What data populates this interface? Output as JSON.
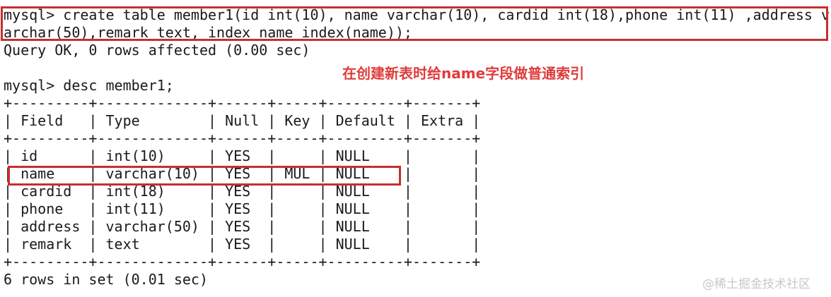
{
  "terminal": {
    "lines": [
      "mysql> create table member1(id int(10), name varchar(10), cardid int(18),phone int(11) ,address v",
      "archar(50),remark text, index name_index(name));",
      "Query OK, 0 rows affected (0.00 sec)",
      "",
      "mysql> desc member1;",
      "+---------+-------------+------+-----+---------+-------+",
      "| Field   | Type        | Null | Key | Default | Extra |",
      "+---------+-------------+------+-----+---------+-------+",
      "| id      | int(10)     | YES  |     | NULL    |       |",
      "| name    | varchar(10) | YES  | MUL | NULL    |       |",
      "| cardid  | int(18)     | YES  |     | NULL    |       |",
      "| phone   | int(11)     | YES  |     | NULL    |       |",
      "| address | varchar(50) | YES  |     | NULL    |       |",
      "| remark  | text        | YES  |     | NULL    |       |",
      "+---------+-------------+------+-----+---------+-------+",
      "6 rows in set (0.01 sec)"
    ],
    "prompt": "mysql>",
    "query_ok_status": "Query OK, 0 rows affected (0.00 sec)",
    "result_status": "6 rows in set (0.01 sec)"
  },
  "desc_table": {
    "columns": [
      "Field",
      "Type",
      "Null",
      "Key",
      "Default",
      "Extra"
    ],
    "rows": [
      [
        "id",
        "int(10)",
        "YES",
        "",
        "NULL",
        ""
      ],
      [
        "name",
        "varchar(10)",
        "YES",
        "MUL",
        "NULL",
        ""
      ],
      [
        "cardid",
        "int(18)",
        "YES",
        "",
        "NULL",
        ""
      ],
      [
        "phone",
        "int(11)",
        "YES",
        "",
        "NULL",
        ""
      ],
      [
        "address",
        "varchar(50)",
        "YES",
        "",
        "NULL",
        ""
      ],
      [
        "remark",
        "text",
        "YES",
        "",
        "NULL",
        ""
      ]
    ]
  },
  "annotations": {
    "index_note": "在创建新表时给name字段做普通索引",
    "highlight_box_color": "#c62f2f",
    "note_color": "#e03b3b"
  },
  "watermark": "@稀土掘金技术社区",
  "colors": {
    "background": "#ffffff",
    "terminal_text": "#1a1a1a",
    "watermark_gray": "#c8c8c8"
  }
}
